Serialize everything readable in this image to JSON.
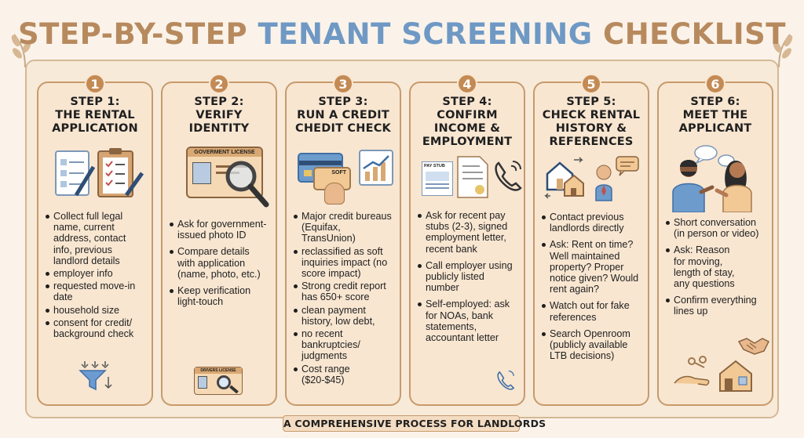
{
  "title": {
    "part1": "STEP-BY-STEP",
    "part2": "TENANT SCREENING",
    "part3": "CHECKLIST"
  },
  "colors": {
    "accent_brown": "#b78a5e",
    "accent_blue": "#6f99c4",
    "card_bg": "#f8e6d1",
    "badge": "#c48a54"
  },
  "steps": [
    {
      "number": "1",
      "title_line1": "STEP 1:",
      "title_line2": "THE RENTAL",
      "title_line3": "APPLICATION",
      "illustration": "application-form-and-clipboard-icon",
      "bullets": [
        "Collect full legal name, current address, contact info, previous landlord details",
        "employer info",
        "requested move-in date",
        "household size",
        "consent for credit/ background check"
      ],
      "footer_icon": "funnel-icon"
    },
    {
      "number": "2",
      "title_line1": "STEP 2:",
      "title_line2": "VERIFY",
      "title_line3": "IDENTITY",
      "illustration_label": "GOVERMENT LICENSE",
      "bullets": [
        "Ask for government-issued photo ID",
        "Compare details with application (name, photo, etc.)",
        "Keep verification light-touch"
      ],
      "footer_label": "DRIVERS LICENSE"
    },
    {
      "number": "3",
      "title_line1": "STEP 3:",
      "title_line2": "RUN A CREDIT",
      "title_line3": "CHEDIT CHECK",
      "illustration_label": "SOFT",
      "bullets": [
        "Major credit bureaus (Equifax, TransUnion)",
        "reclassified as soft inquiries impact (no score impact)",
        "Strong credit report has 650+ score",
        "clean payment history, low debt,",
        "no recent bankruptcies/ judgments",
        "Cost range ($20-$45)"
      ]
    },
    {
      "number": "4",
      "title_line1": "STEP 4:",
      "title_line2": "CONFIRM",
      "title_line3": "INCOME &",
      "title_line4": "EMPLOYMENT",
      "illustration_label": "PAY STUB",
      "bullets": [
        "Ask for recent pay stubs (2-3), signed employment letter, recent bank",
        "Call employer using publicly listed number",
        "Self-employed: ask for NOAs, bank statements, accountant letter"
      ],
      "footer_icon": "phone-icon"
    },
    {
      "number": "5",
      "title_line1": "STEP 5:",
      "title_line2": "CHECK RENTAL",
      "title_line3": "HISTORY &",
      "title_line4": "REFERENCES",
      "illustration": "houses-and-landlord-icon",
      "bullets": [
        "Contact previous landlords directly",
        "Ask: Rent on time? Well maintained property? Proper notice given? Would rent again?",
        "Watch out for fake references",
        "Search Openroom (publicly available LTB decisions)"
      ]
    },
    {
      "number": "6",
      "title_line1": "STEP 6:",
      "title_line2": "MEET THE",
      "title_line3": "APPLICANT",
      "illustration": "two-people-conversation-icon",
      "bullets": [
        "Short conversation (in person or video)",
        "Ask: Reason for moving, length of stay, any questions",
        "Confirm everything lines up"
      ],
      "footer_icon": "keys-and-house-icon"
    }
  ],
  "banner": "A COMPREHENSIVE PROCESS FOR LANDLORDS"
}
